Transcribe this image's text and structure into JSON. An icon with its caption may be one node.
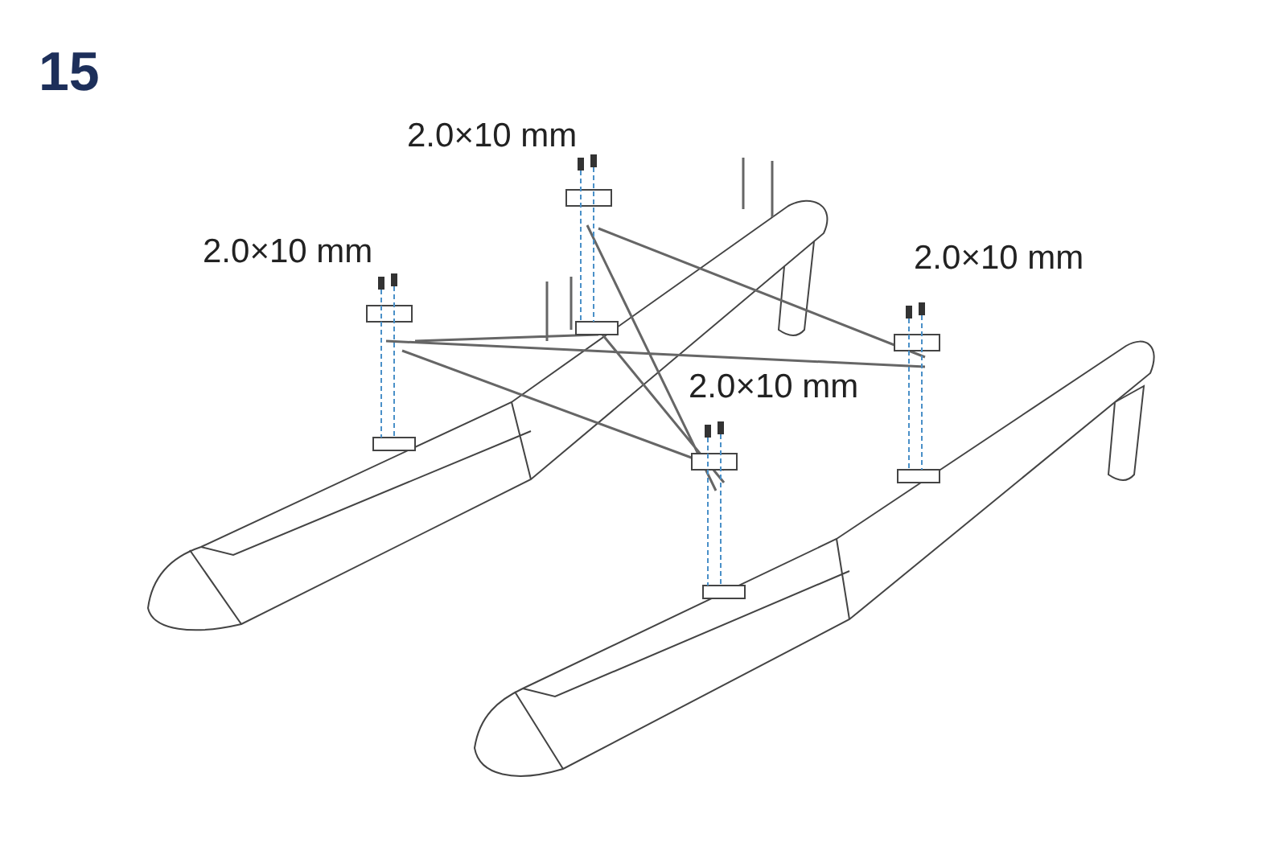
{
  "diagram": {
    "labels": [
      "15",
      "2.0×10 mm",
      "2.0×10 mm",
      "2.0×10 mm",
      "2.0×10 mm"
    ]
  }
}
